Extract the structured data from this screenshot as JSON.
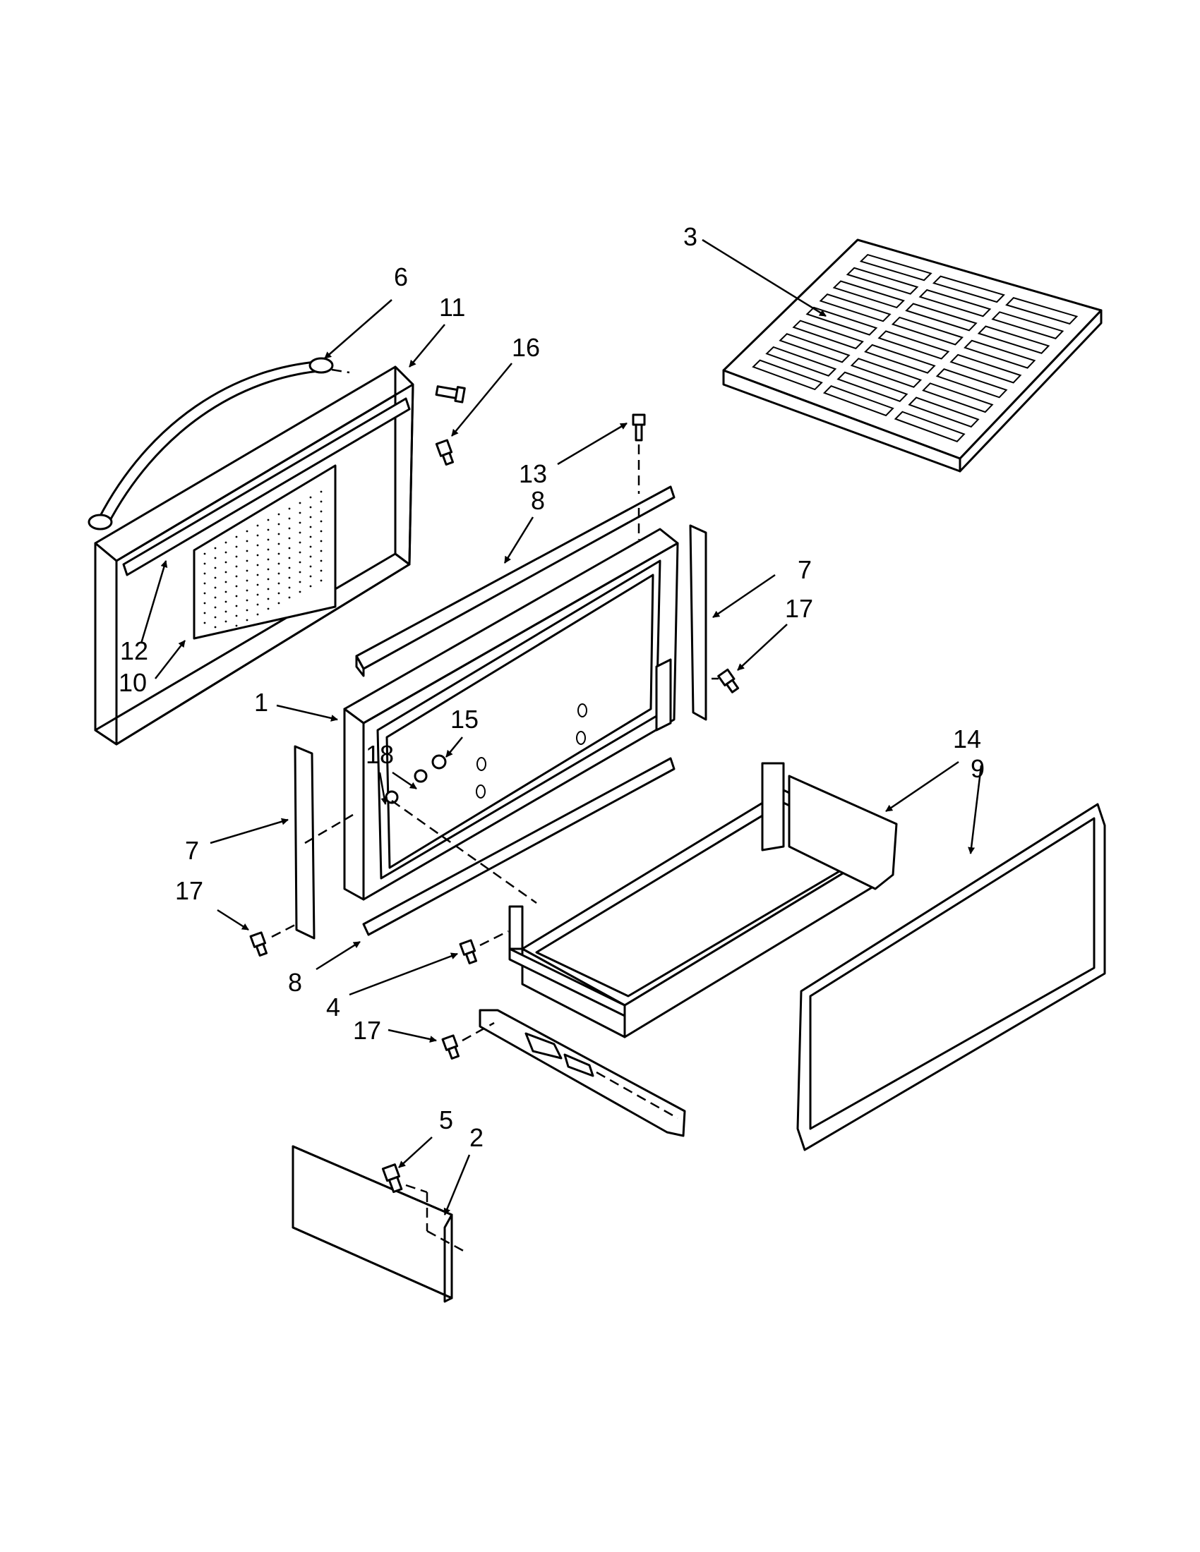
{
  "callouts": {
    "c1": "1",
    "c2": "2",
    "c3": "3",
    "c4": "4",
    "c5": "5",
    "c6": "6",
    "c7a": "7",
    "c7b": "7",
    "c8a": "8",
    "c8b": "8",
    "c9": "9",
    "c10": "10",
    "c11": "11",
    "c12": "12",
    "c13": "13",
    "c14": "14",
    "c15": "15",
    "c16": "16",
    "c17a": "17",
    "c17b": "17",
    "c17c": "17",
    "c18": "18"
  }
}
